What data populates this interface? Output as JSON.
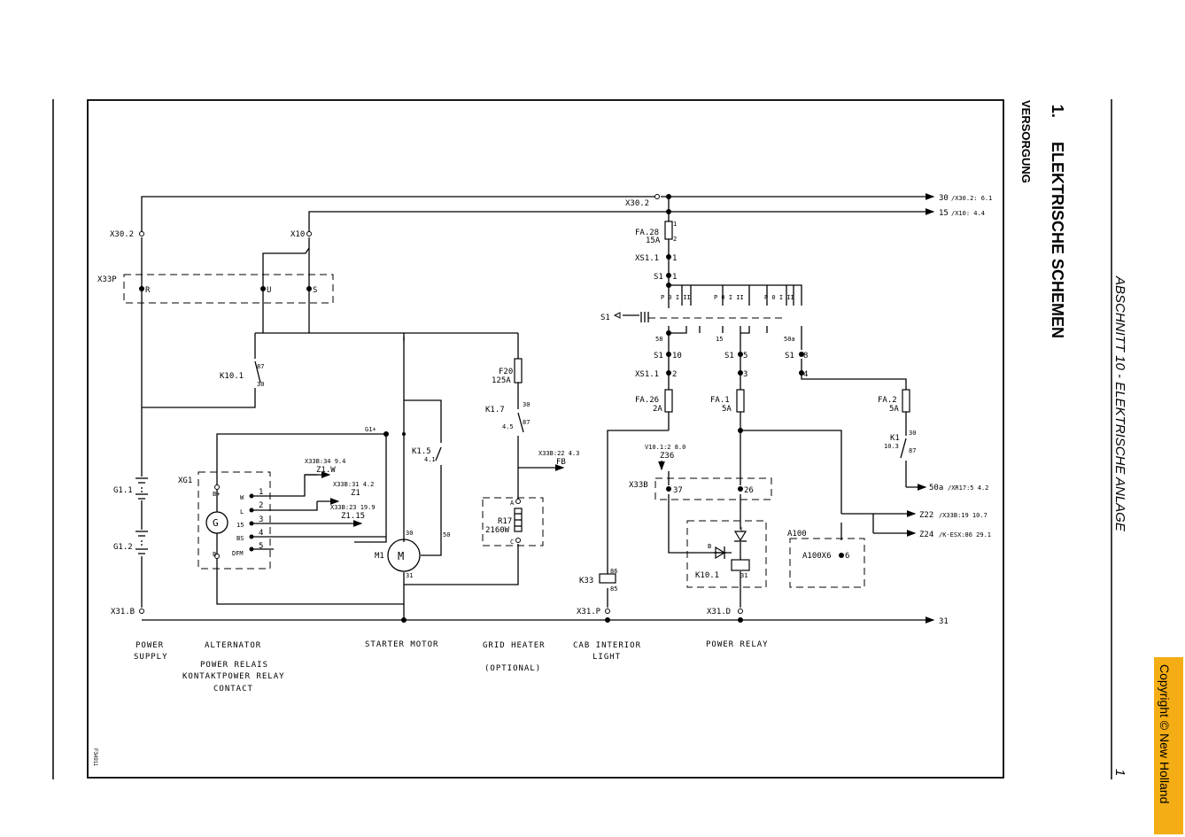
{
  "header": {
    "section_number": "1.",
    "section_title": "ELEKTRISCHE SCHEMEN",
    "subtitle": "VERSORGUNG",
    "running_head": "ABSCHNITT 10 - ELEKTRISCHE ANLAGE",
    "page_number": "1",
    "copyright": "Copyright © New Holland",
    "figure_id": "F34911"
  },
  "outputs": {
    "o30": "30",
    "o30_ref": "/X30.2: 6.1",
    "o15": "15",
    "o15_ref": "/X10: 4.4",
    "o50a": "50a",
    "o50a_ref": "/XR17:5 4.2",
    "z22": "Z22",
    "z22_ref": "/X33B:19 10.7",
    "z24": "Z24",
    "z24_ref": "/K-ESX:86 29.1",
    "o31": "31"
  },
  "labels": {
    "x30_2_left": "X30.2",
    "x30_2_top": "X30.2",
    "x10": "X10",
    "x33p": "X33P",
    "r": "R",
    "u": "U",
    "s": "S",
    "k10_1": "K10.1",
    "p87": "87",
    "p30": "30",
    "g1_1": "G1.1",
    "g1_2": "G1.2",
    "x31_b": "X31.B",
    "xg1": "XG1",
    "g1plus": "G1+",
    "bplus": "B+",
    "bminus": "B-",
    "pin_w": "W",
    "pin_l": "L",
    "pin_15": "15",
    "pin_bs": "BS",
    "pin_dfm": "DFM",
    "n1": "1",
    "n2": "2",
    "n3": "3",
    "n4": "4",
    "n5": "5",
    "gen": "G",
    "ref_z1w": "X33B:34 9.4",
    "z1w": "Z1.W",
    "ref_z1": "X33B:31 4.2",
    "z1": "Z1",
    "ref_z115": "X33B:23 19.9",
    "z115": "Z1.15",
    "k1_5": "K1.5",
    "k1_5_ref": "4.1",
    "p50": "50",
    "m1": "M1",
    "m": "M",
    "m_30": "30",
    "m_31": "31",
    "f20": "F20",
    "f20_a": "125A",
    "k1_7": "K1.7",
    "k1_7_87": "87",
    "k1_7_30": "30",
    "k1_7_ref": "4.5",
    "fb_ref": "X33B:22 4.3",
    "fb": "FB",
    "r17": "R17",
    "r17_w": "2160W",
    "pin_a": "A",
    "pin_c": "C",
    "fa28": "FA.28",
    "fa28_a": "15A",
    "xs1_1": "XS1.1",
    "s1_1": "S1",
    "one": "1",
    "s1_sw": "S1",
    "sw_pos": "P 0 I II",
    "t58": "58",
    "t15": "15",
    "t50a": "50a",
    "s1_10": "S1",
    "s1_10n": "10",
    "s1_5": "S1",
    "s1_5n": "5",
    "s1_8": "S1",
    "s1_8n": "8",
    "xs1_2": "XS1.1",
    "xs1_2n": "2",
    "n3b": "3",
    "n4b": "4",
    "fa26": "FA.26",
    "fa26_a": "2A",
    "fa1": "FA.1",
    "fa1_a": "5A",
    "fa2": "FA.2",
    "fa2_a": "5A",
    "k1": "K1",
    "k1_ref": "10.3",
    "k1_30": "30",
    "k1_87": "87",
    "v10_ref": "V10.1:2 8.0",
    "z36": "Z36",
    "x33b": "X33B",
    "p37": "37",
    "p26": "26",
    "k33": "K33",
    "k33_86": "86",
    "k33_85": "85",
    "k10_1b": "K10.1",
    "k10_31": "31",
    "d_b": "B",
    "d_l": "L",
    "a100": "A100",
    "a100x6": "A100X6",
    "a100n": "6",
    "x31_p": "X31.P",
    "x31_d": "X31.D",
    "pin1": "1",
    "pin2": "2"
  },
  "captions": {
    "power_supply_1": "POWER",
    "power_supply_2": "SUPPLY",
    "alternator": "ALTERNATOR",
    "power_relais_1": "POWER RELAIS",
    "power_relais_2": "KONTAKTPOWER RELAY",
    "power_relais_3": "CONTACT",
    "starter_motor": "STARTER MOTOR",
    "grid_heater": "GRID HEATER",
    "grid_heater_opt": "(OPTIONAL)",
    "cab_light_1": "CAB INTERIOR",
    "cab_light_2": "LIGHT",
    "power_relay": "POWER RELAY"
  }
}
